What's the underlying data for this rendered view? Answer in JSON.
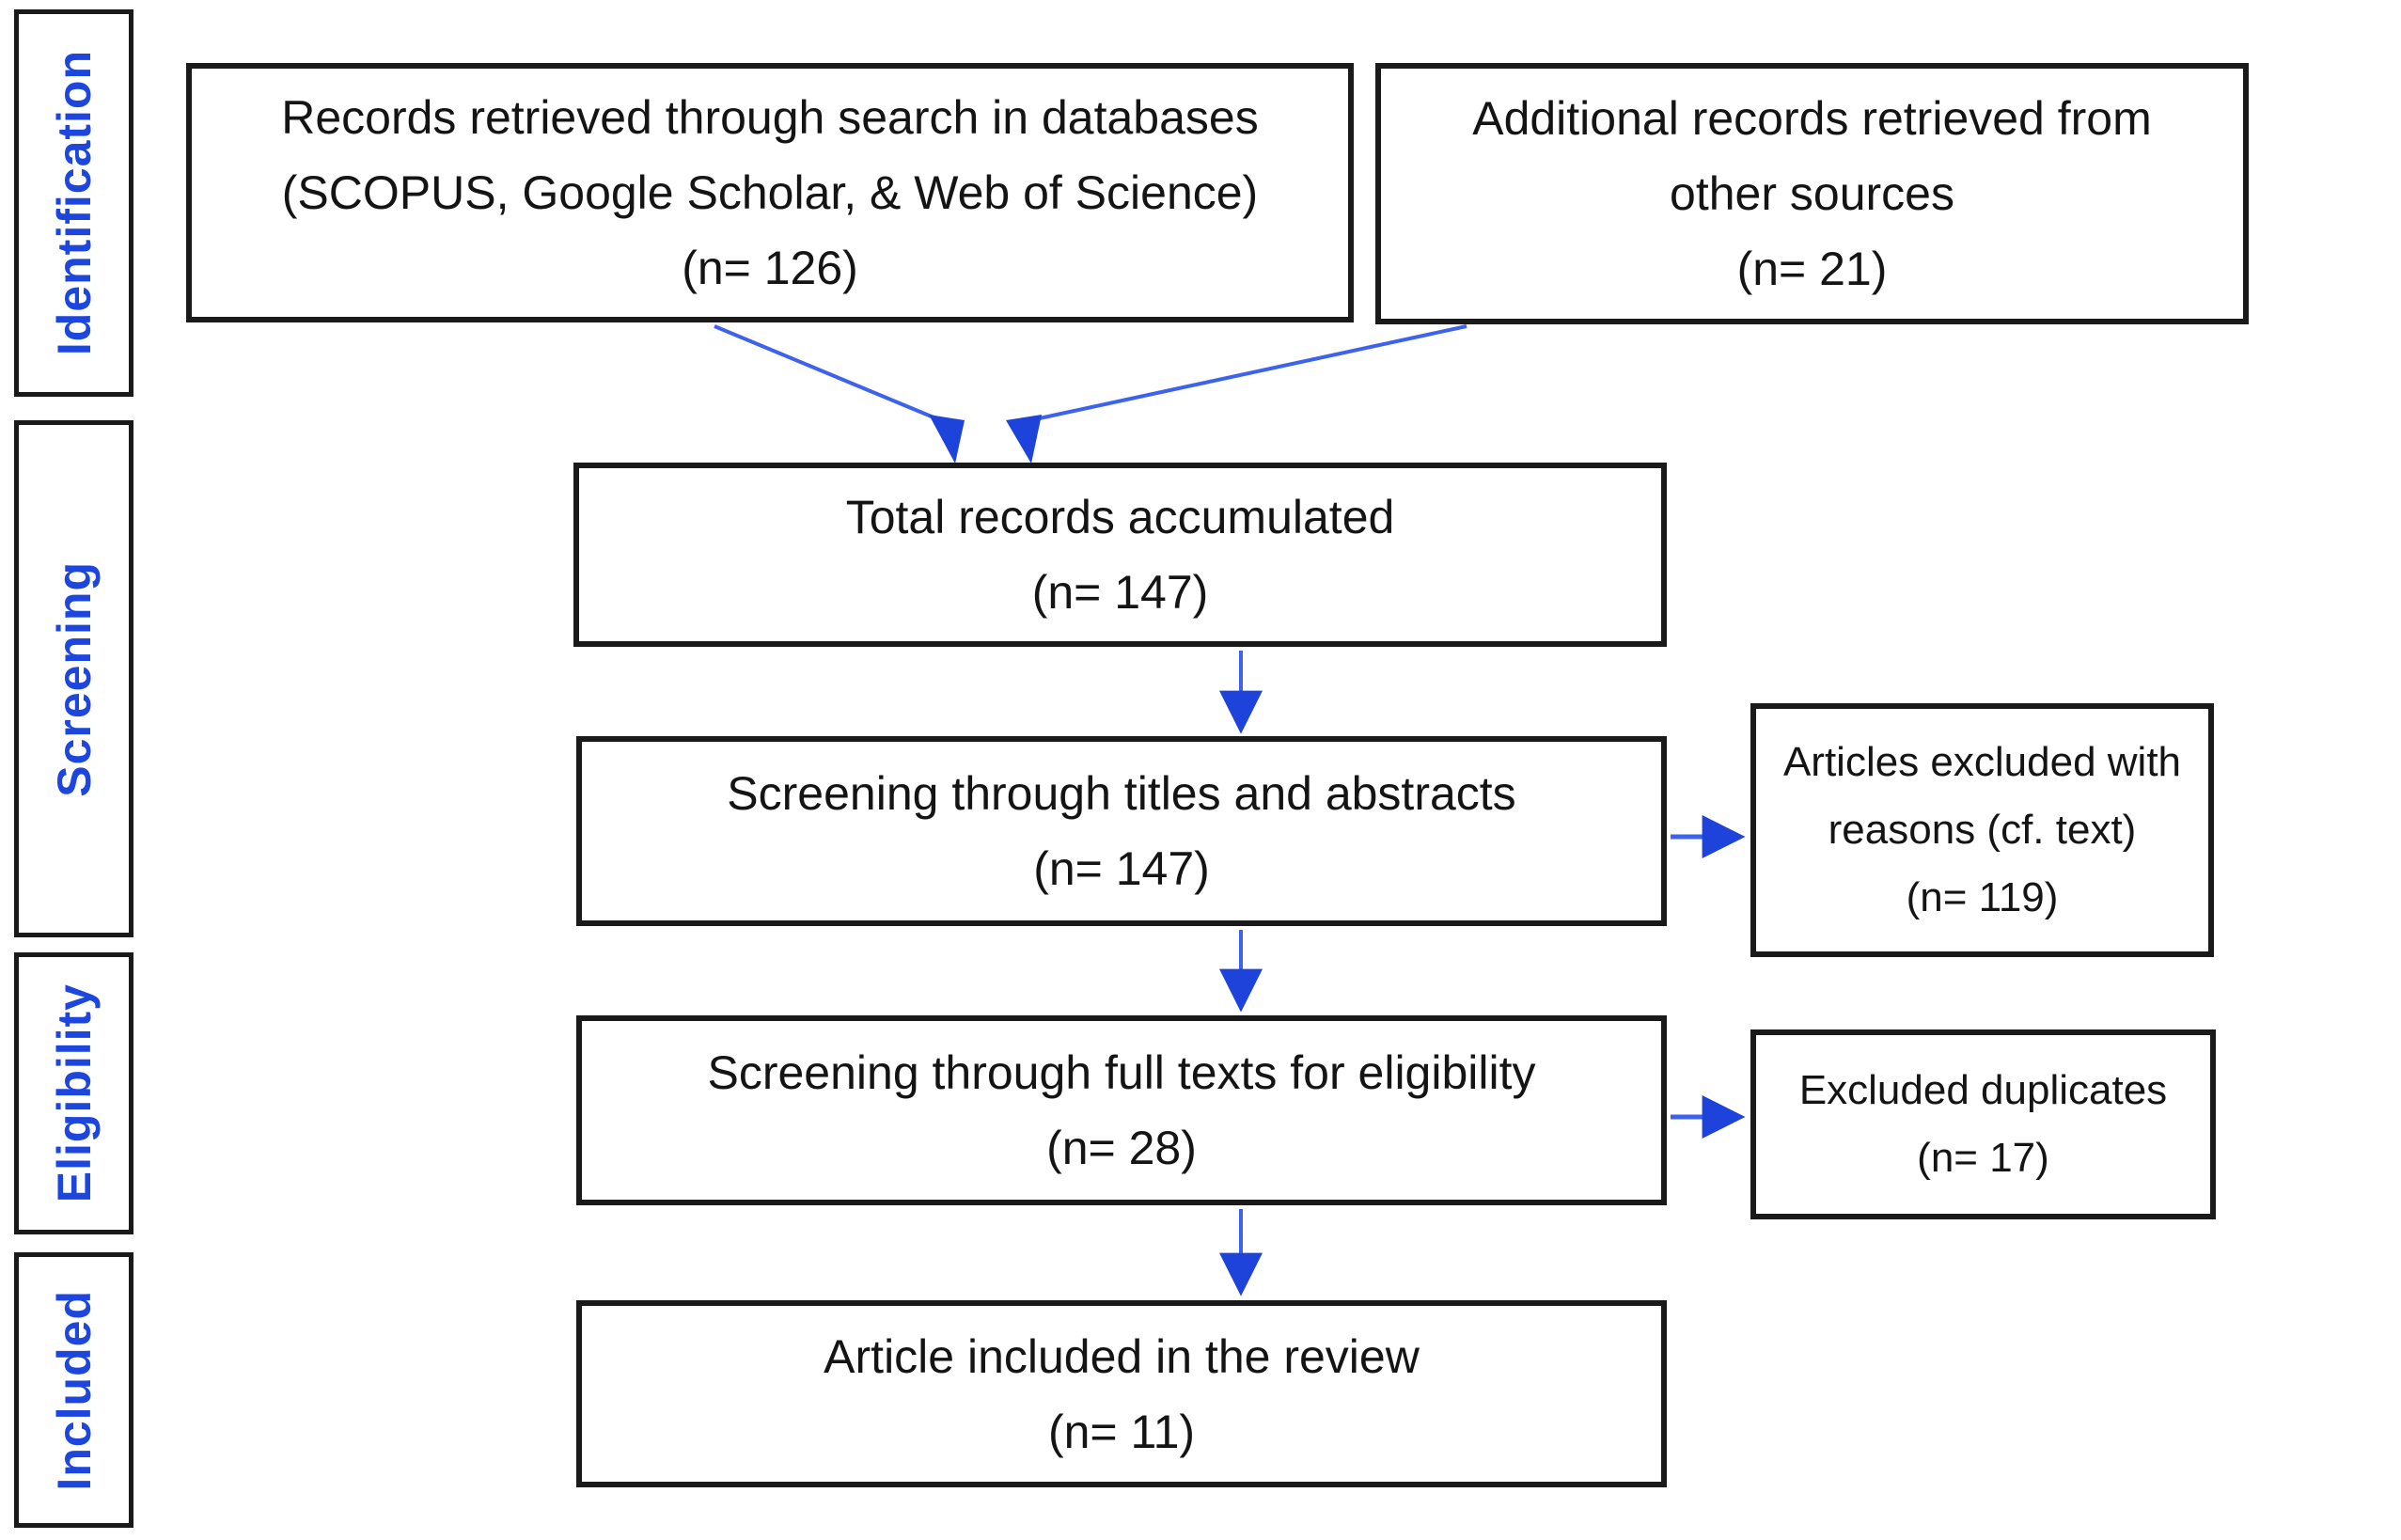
{
  "colors": {
    "accent_blue": "#1c46dd",
    "arrow_line_blue": "#3d63ee",
    "arrow_head_blue": "#1e43da",
    "box_border": "#1a1a1a",
    "text": "#141414",
    "background": "#ffffff"
  },
  "sidebar": {
    "stages": [
      {
        "label": "Identification"
      },
      {
        "label": "Screening"
      },
      {
        "label": "Eligibility"
      },
      {
        "label": "Included"
      }
    ]
  },
  "boxes": {
    "records_db": {
      "lines": [
        "Records retrieved through search in databases",
        "(SCOPUS, Google Scholar, & Web of Science)",
        "(n= 126)"
      ]
    },
    "additional": {
      "lines": [
        "Additional records retrieved from",
        "other sources",
        "(n= 21)"
      ]
    },
    "total": {
      "lines": [
        "Total records accumulated",
        "(n= 147)"
      ]
    },
    "titles_abstracts": {
      "lines": [
        "Screening through titles and abstracts",
        "(n= 147)"
      ]
    },
    "excluded_reasons": {
      "lines": [
        "Articles excluded with",
        "reasons (cf. text)",
        "(n= 119)"
      ]
    },
    "full_texts": {
      "lines": [
        "Screening through full texts for eligibility",
        "(n= 28)"
      ]
    },
    "excluded_duplicates": {
      "lines": [
        "Excluded duplicates",
        "(n= 17)"
      ]
    },
    "included": {
      "lines": [
        "Article included in the review",
        "(n= 11)"
      ]
    }
  }
}
